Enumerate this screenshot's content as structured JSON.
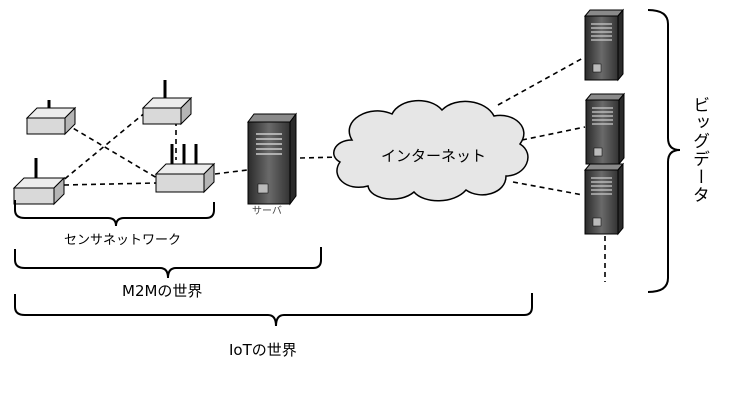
{
  "labels": {
    "server": "サーバ",
    "cloud": "インターネット",
    "sensor_network": "センサネットワーク",
    "m2m": "M2Mの世界",
    "iot": "IoTの世界",
    "big_data": "ビッグデータ"
  },
  "icons": {
    "sensor_node": "sensor-node-icon",
    "server": "server-icon",
    "cloud": "cloud-icon"
  },
  "colors": {
    "device_face": "#d9d9d9",
    "server_body": "#444444",
    "line": "#000000"
  }
}
